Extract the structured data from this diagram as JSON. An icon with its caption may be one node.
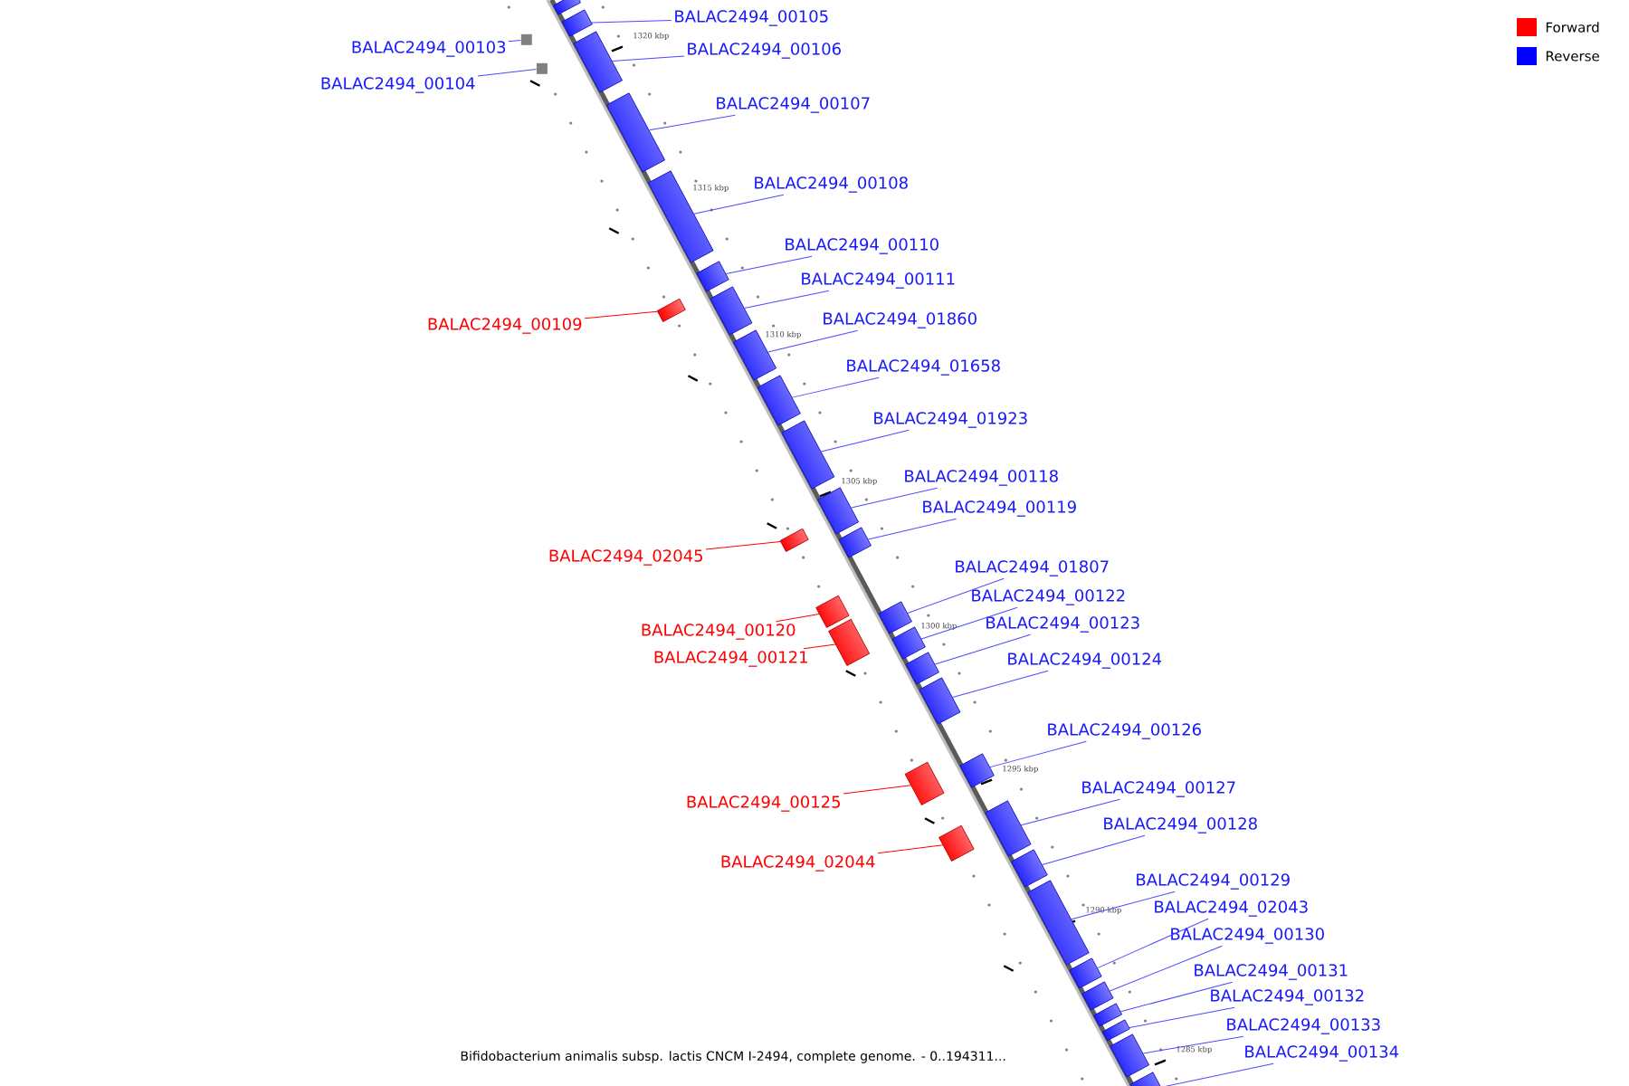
{
  "diagram": {
    "caption": "Bifidobacterium animalis subsp. lactis CNCM I-2494, complete genome. - 0..194311...",
    "nodes": [
      {
        "text": [],
        "shape": "bar"
      },
      {
        "text": [
          "BALAC2494_00105"
        ]
      },
      {
        "text": [],
        "shape": "bar"
      },
      {
        "text": [
          "BALAC2494_00103"
        ]
      },
      {
        "text": [],
        "shape": "box"
      },
      {
        "text": [
          "BALAC2494_00106"
        ]
      },
      {
        "text": [],
        "shape": "bar"
      },
      {
        "text": [
          "BALAC2494_00104"
        ]
      },
      {
        "text": [],
        "shape": "box"
      },
      {
        "text": [
          "BALAC2494_00107"
        ]
      },
      {
        "text": [],
        "shape": "bar"
      },
      {
        "text": [
          "BALAC2494_00108"
        ]
      },
      {
        "text": [],
        "shape": "bar"
      },
      {
        "text": [
          "BALAC2494_00110"
        ]
      },
      {
        "text": [],
        "shape": "bar"
      },
      {
        "text": [
          "BALAC2494_00111"
        ]
      },
      {
        "text": [],
        "shape": "bar"
      },
      {
        "text": [
          "BALAC2494_00109"
        ]
      },
      {
        "text": [],
        "shape": "bar"
      },
      {
        "text": [
          "BALAC2494_01860"
        ]
      },
      {
        "text": [],
        "shape": "bar"
      },
      {
        "text": [
          "BALAC2494_01658"
        ]
      },
      {
        "text": [],
        "shape": "bar"
      },
      {
        "text": [
          "BALAC2494_01923"
        ]
      },
      {
        "text": [],
        "shape": "bar"
      },
      {
        "text": [
          "BALAC2494_00118"
        ]
      },
      {
        "text": [],
        "shape": "bar"
      },
      {
        "text": [
          "BALAC2494_00119"
        ]
      },
      {
        "text": [],
        "shape": "bar"
      },
      {
        "text": [
          "BALAC2494_02045"
        ]
      },
      {
        "text": [],
        "shape": "bar"
      },
      {
        "text": [
          "BALAC2494_01807"
        ]
      },
      {
        "text": [],
        "shape": "bar"
      },
      {
        "text": [
          "BALAC2494_00122"
        ]
      },
      {
        "text": [],
        "shape": "bar"
      },
      {
        "text": [
          "BALAC2494_00120"
        ]
      },
      {
        "text": [],
        "shape": "bar"
      },
      {
        "text": [
          "BALAC2494_00123"
        ]
      },
      {
        "text": [],
        "shape": "bar"
      },
      {
        "text": [
          "BALAC2494_00121"
        ]
      },
      {
        "text": [],
        "shape": "bar"
      },
      {
        "text": [
          "BALAC2494_00124"
        ]
      },
      {
        "text": [],
        "shape": "bar"
      },
      {
        "text": [
          "BALAC2494_00126"
        ]
      },
      {
        "text": [],
        "shape": "bar"
      },
      {
        "text": [
          "BALAC2494_00127"
        ]
      },
      {
        "text": [],
        "shape": "bar"
      },
      {
        "text": [
          "BALAC2494_00125"
        ]
      },
      {
        "text": [],
        "shape": "bar"
      },
      {
        "text": [
          "BALAC2494_00128"
        ]
      },
      {
        "text": [],
        "shape": "bar"
      },
      {
        "text": [
          "BALAC2494_02044"
        ]
      },
      {
        "text": [],
        "shape": "bar"
      },
      {
        "text": [
          "BALAC2494_00129"
        ]
      },
      {
        "text": [],
        "shape": "bar"
      },
      {
        "text": [
          "BALAC2494_02043"
        ]
      },
      {
        "text": [],
        "shape": "bar"
      },
      {
        "text": [
          "BALAC2494_00130"
        ]
      },
      {
        "text": [],
        "shape": "bar"
      },
      {
        "text": [
          "BALAC2494_00131"
        ]
      },
      {
        "text": [],
        "shape": "bar"
      },
      {
        "text": [
          "BALAC2494_00132"
        ]
      },
      {
        "text": [],
        "shape": "bar"
      },
      {
        "text": [
          "BALAC2494_00133"
        ]
      },
      {
        "text": [],
        "shape": "bar"
      },
      {
        "text": [
          "BALAC2494_00134"
        ]
      },
      {
        "text": [],
        "shape": "bar"
      }
    ],
    "edges": [
      {
        "from": 1,
        "to": 2,
        "arrow": "none"
      },
      {
        "from": 3,
        "to": 4,
        "arrow": "none"
      },
      {
        "from": 5,
        "to": 6,
        "arrow": "none"
      },
      {
        "from": 7,
        "to": 8,
        "arrow": "none"
      },
      {
        "from": 9,
        "to": 10,
        "arrow": "none"
      },
      {
        "from": 11,
        "to": 12,
        "arrow": "none"
      },
      {
        "from": 13,
        "to": 14,
        "arrow": "none"
      },
      {
        "from": 15,
        "to": 16,
        "arrow": "none"
      },
      {
        "from": 17,
        "to": 18,
        "arrow": "none",
        "color": "#ff0000"
      },
      {
        "from": 19,
        "to": 20,
        "arrow": "none"
      },
      {
        "from": 21,
        "to": 22,
        "arrow": "none"
      },
      {
        "from": 23,
        "to": 24,
        "arrow": "none"
      },
      {
        "from": 25,
        "to": 26,
        "arrow": "none"
      },
      {
        "from": 27,
        "to": 28,
        "arrow": "none"
      },
      {
        "from": 29,
        "to": 30,
        "arrow": "none",
        "color": "#ff0000"
      },
      {
        "from": 31,
        "to": 32,
        "arrow": "none"
      },
      {
        "from": 33,
        "to": 34,
        "arrow": "none"
      },
      {
        "from": 35,
        "to": 36,
        "arrow": "none",
        "color": "#ff0000"
      },
      {
        "from": 37,
        "to": 38,
        "arrow": "none"
      },
      {
        "from": 39,
        "to": 40,
        "arrow": "none",
        "color": "#ff0000"
      },
      {
        "from": 41,
        "to": 42,
        "arrow": "none"
      },
      {
        "from": 43,
        "to": 44,
        "arrow": "none"
      },
      {
        "from": 45,
        "to": 46,
        "arrow": "none"
      },
      {
        "from": 47,
        "to": 48,
        "arrow": "none",
        "color": "#ff0000"
      },
      {
        "from": 49,
        "to": 50,
        "arrow": "none"
      },
      {
        "from": 51,
        "to": 52,
        "arrow": "none",
        "color": "#ff0000"
      },
      {
        "from": 53,
        "to": 54,
        "arrow": "none"
      },
      {
        "from": 55,
        "to": 56,
        "arrow": "none"
      },
      {
        "from": 57,
        "to": 58,
        "arrow": "none"
      },
      {
        "from": 59,
        "to": 60,
        "arrow": "none"
      },
      {
        "from": 61,
        "to": 62,
        "arrow": "none"
      },
      {
        "from": 63,
        "to": 64,
        "arrow": "none"
      },
      {
        "from": 65,
        "to": 66,
        "arrow": "none"
      }
    ],
    "labels": [
      "1320 kbp",
      "1315 kbp",
      "1310 kbp",
      "1305 kbp",
      "1300 kbp",
      "1295 kbp",
      "1290 kbp",
      "1285 kbp"
    ],
    "legend": [
      {
        "text": "Forward",
        "color": "#ff0000"
      },
      {
        "text": "Reverse",
        "color": "#0000ff"
      }
    ]
  }
}
